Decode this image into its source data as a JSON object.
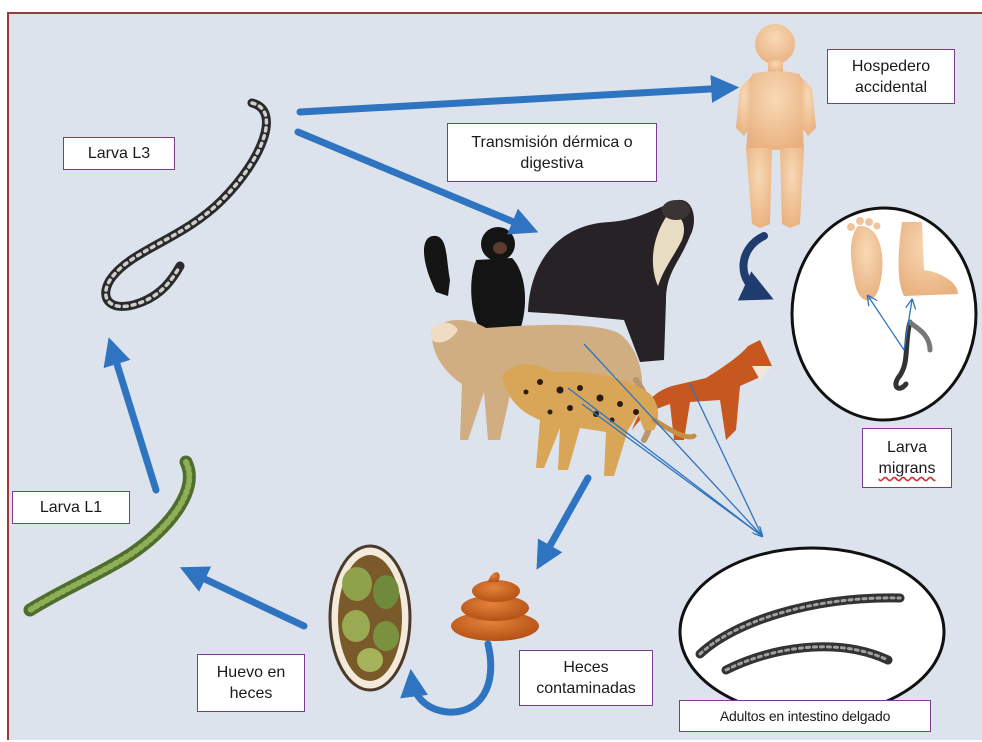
{
  "labels": {
    "larva_l3": "Larva L3",
    "larva_l1": "Larva L1",
    "transmission_line1": "Transmisión dérmica o",
    "transmission_line2": "digestiva",
    "host_line1": "Hospedero",
    "host_line2": "accidental",
    "migrans_line1": "Larva",
    "migrans_line2": "migrans",
    "feces_line1": "Heces",
    "feces_line2": "contaminadas",
    "egg_line1": "Huevo en",
    "egg_line2": "heces",
    "adults": "Adultos en intestino delgado"
  },
  "colors": {
    "arrow": "#2f74c0",
    "dark_arrow": "#1f3c6e",
    "label_border": "#7a3d8e",
    "background": "#dde3ec",
    "frame": "#9a3a3a"
  },
  "icons": [
    "larva-l3-icon",
    "larva-l1-icon",
    "human-body-icon",
    "feet-icon",
    "spider-monkey-icon",
    "spectacled-bear-icon",
    "puma-icon",
    "jaguar-icon",
    "fox-icon",
    "feces-icon",
    "egg-icon",
    "adult-worms-icon"
  ]
}
